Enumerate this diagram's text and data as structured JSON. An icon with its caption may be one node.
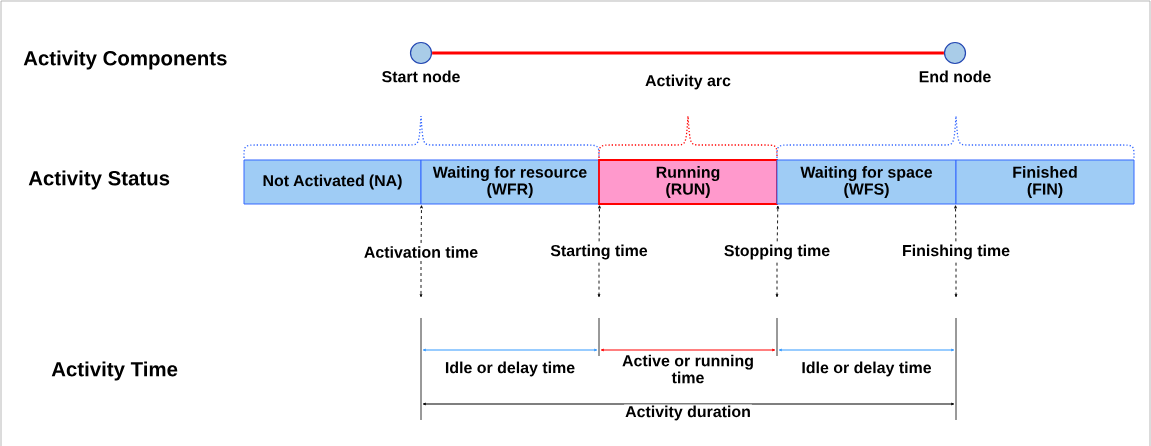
{
  "diagram": {
    "nodes": [
      {
        "text": [
          "Start node"
        ]
      },
      {
        "text": [
          "End node"
        ]
      },
      {
        "text": [
          "Not Activated (NA)"
        ]
      },
      {
        "text": [
          "Waiting for resource (WFR)"
        ]
      },
      {
        "text": [
          "Running (RUN)"
        ]
      },
      {
        "text": [
          "Waiting for space (WFS)"
        ]
      },
      {
        "text": [
          "Finished (FIN)"
        ]
      },
      {
        "text": [
          "Activation time"
        ]
      },
      {
        "text": [
          "Starting time"
        ]
      },
      {
        "text": [
          "Stopping time"
        ]
      },
      {
        "text": [
          "Finishing time"
        ]
      }
    ],
    "edges": [
      {
        "from": 0,
        "to": 1,
        "arrow": "none",
        "style": "thick",
        "color": "#ff0000"
      },
      {
        "from": 7,
        "to": 2,
        "arrow": "to",
        "style": "dashed"
      },
      {
        "from": 7,
        "to": null,
        "arrow": "to",
        "style": "dashed"
      },
      {
        "from": 8,
        "to": 3,
        "arrow": "to",
        "style": "dashed"
      },
      {
        "from": 8,
        "to": null,
        "arrow": "to",
        "style": "dashed"
      },
      {
        "from": 9,
        "to": 4,
        "arrow": "to",
        "style": "dashed"
      },
      {
        "from": 9,
        "to": null,
        "arrow": "to",
        "style": "dashed"
      },
      {
        "from": 10,
        "to": 6,
        "arrow": "to",
        "style": "dashed"
      },
      {
        "from": 10,
        "to": null,
        "arrow": "to",
        "style": "dashed"
      }
    ],
    "labels": [
      "Activity Components",
      "Activity arc",
      "Activity Status",
      "Activity Time",
      "Idle or delay time",
      "Active or running time",
      "Idle or delay time",
      "Activity duration"
    ]
  }
}
